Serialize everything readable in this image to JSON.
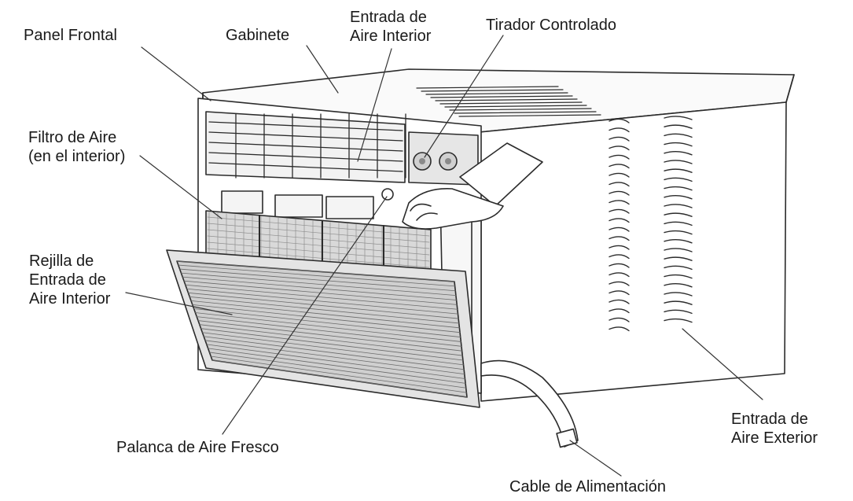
{
  "labels": {
    "panel_frontal": "Panel Frontal",
    "gabinete": "Gabinete",
    "entrada_interior": [
      "Entrada de",
      "Aire Interior"
    ],
    "tirador": "Tirador Controlado",
    "filtro": [
      "Filtro de Aire",
      "(en el interior)"
    ],
    "rejilla": [
      "Rejilla de",
      "Entrada de",
      "Aire Interior"
    ],
    "palanca": "Palanca de Aire Fresco",
    "entrada_exterior": [
      "Entrada de",
      "Aire Exterior"
    ],
    "cable": "Cable de Alimentación"
  }
}
